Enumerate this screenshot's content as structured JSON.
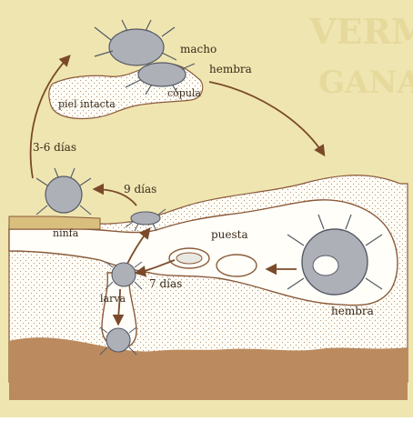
{
  "labels": {
    "macho": "macho",
    "hembra_top": "hembra",
    "piel_intacta": "piel intacta",
    "copula": "cópula",
    "dias_3_6": "3-6 días",
    "dias_9": "9 días",
    "ninfa": "ninfa",
    "puesta": "puesta",
    "dias_7": "7 días",
    "larva": "larva",
    "hembra_burrow": "hembra"
  },
  "background_text": {
    "line1": "VERMISAN",
    "line2": "GANADO"
  },
  "colors": {
    "background": "#efe5b0",
    "skin_layer": "#d9bf7e",
    "dermis": "#bb8a5e",
    "tunnel": "#fffef8",
    "outline": "#8a5a3a",
    "arrow": "#7a4a2a",
    "mite_body": "#aeb0b8",
    "mite_outline": "#555a66",
    "text": "#3a2a1a",
    "watermark": "#e6d99c"
  },
  "icons": [
    "mite-icon",
    "egg-icon",
    "arrow-icon"
  ]
}
